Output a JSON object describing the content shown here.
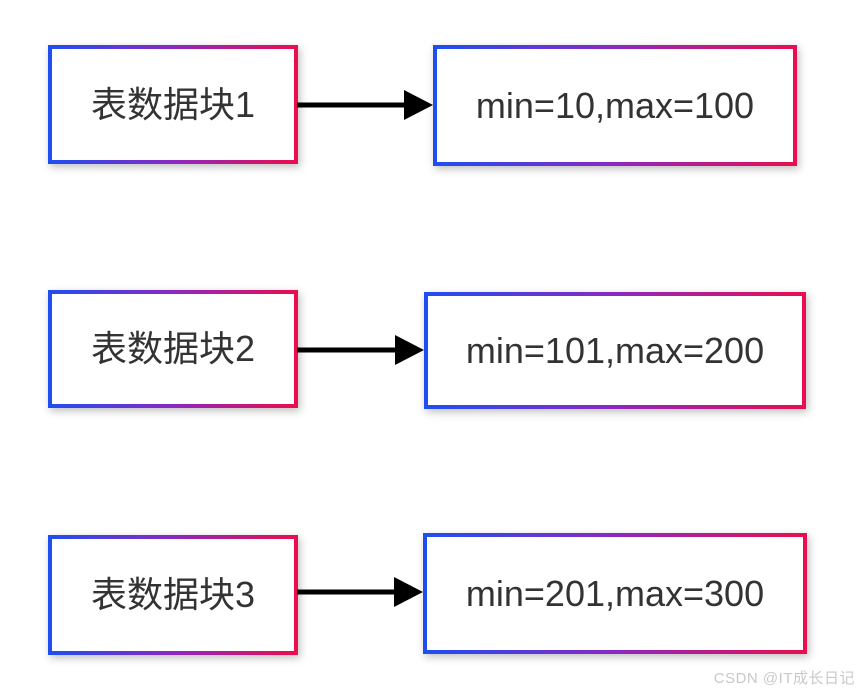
{
  "diagram": {
    "rows": [
      {
        "source_label": "表数据块1",
        "target_label": "min=10,max=100"
      },
      {
        "source_label": "表数据块2",
        "target_label": "min=101,max=200"
      },
      {
        "source_label": "表数据块3",
        "target_label": "min=201,max=300"
      }
    ]
  },
  "watermark": {
    "text": "CSDN @IT成长日记"
  },
  "colors": {
    "background": "#ffffff",
    "node_fill": "#ffffff",
    "border_gradient_start": "#1f4ef0",
    "border_gradient_mid": "#8b28c2",
    "border_gradient_end": "#e80e50",
    "arrow": "#000000",
    "text": "#333333",
    "watermark": "#c9c9cd"
  }
}
